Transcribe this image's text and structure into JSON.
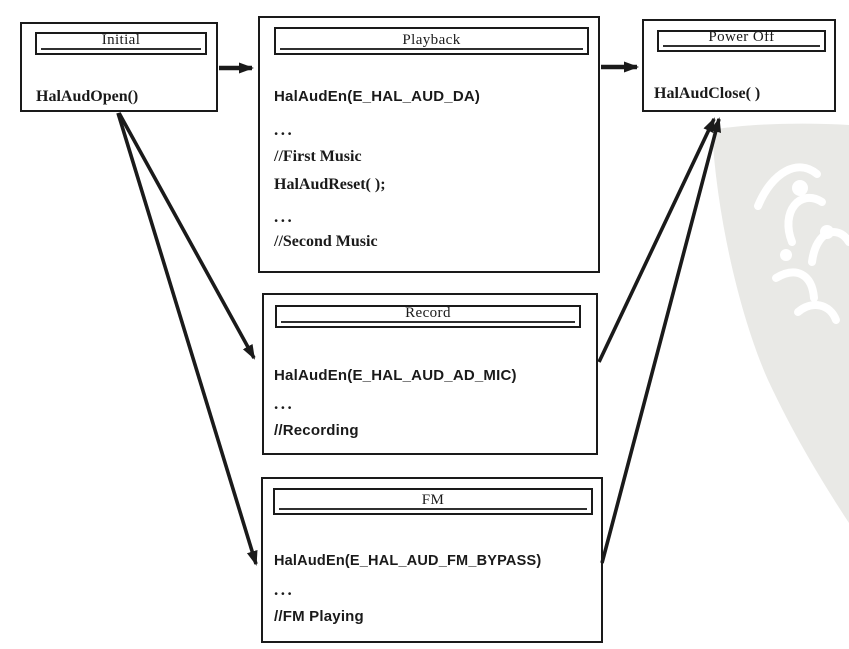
{
  "states": {
    "initial": {
      "title": "Initial",
      "lines": [
        "HalAudOpen()"
      ]
    },
    "playback": {
      "title": "Playback",
      "lines": [
        "HalAudEn(E_HAL_AUD_DA)",
        "...",
        "//First Music",
        "HalAudReset( );",
        "...",
        "//Second Music"
      ]
    },
    "power_off": {
      "title": "Power Off",
      "lines": [
        "HalAudClose( )"
      ]
    },
    "record": {
      "title": "Record",
      "lines": [
        "HalAudEn(E_HAL_AUD_AD_MIC)",
        "...",
        "//Recording"
      ]
    },
    "fm": {
      "title": "FM",
      "lines": [
        "HalAudEn(E_HAL_AUD_FM_BYPASS)",
        "...",
        "//FM Playing"
      ]
    }
  },
  "edges": [
    {
      "from": "initial",
      "to": "playback"
    },
    {
      "from": "playback",
      "to": "power_off"
    },
    {
      "from": "initial",
      "to": "record"
    },
    {
      "from": "initial",
      "to": "fm"
    },
    {
      "from": "record",
      "to": "power_off"
    },
    {
      "from": "fm",
      "to": "power_off"
    }
  ],
  "colors": {
    "ink": "#1a1a1a",
    "watermark": "#e9e9e6",
    "background": "#ffffff"
  }
}
